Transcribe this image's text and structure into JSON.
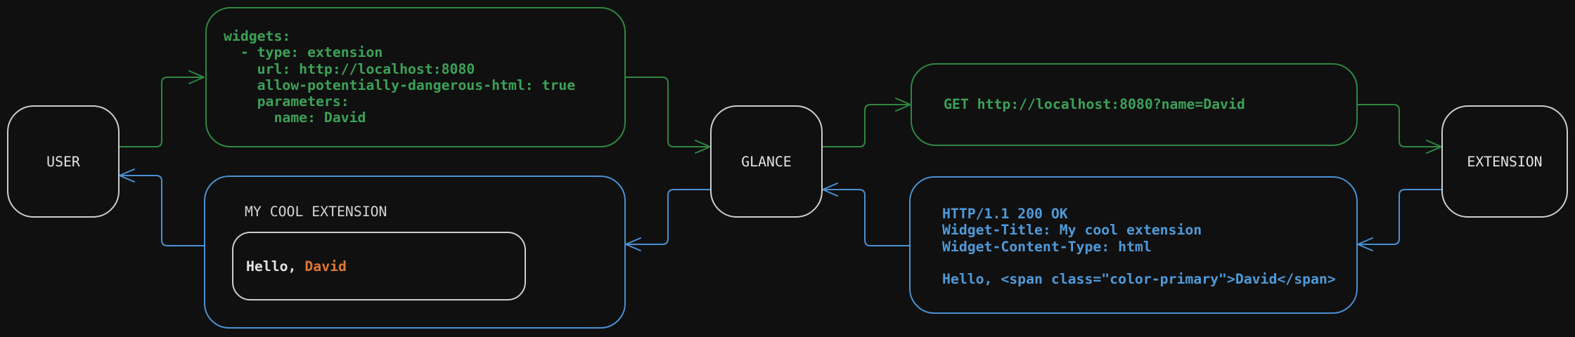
{
  "diagram": {
    "nodes": {
      "user": {
        "label": "USER"
      },
      "glance": {
        "label": "GLANCE"
      },
      "extension": {
        "label": "EXTENSION"
      }
    },
    "messages": {
      "config": {
        "code": "widgets:\n  - type: extension\n    url: http://localhost:8080\n    allow-potentially-dangerous-html: true\n    parameters:\n      name: David"
      },
      "request": {
        "code": "GET http://localhost:8080?name=David"
      },
      "response": {
        "code": "HTTP/1.1 200 OK\nWidget-Title: My cool extension\nWidget-Content-Type: html\n\nHello, <span class=\"color-primary\">David</span>"
      },
      "widget_preview": {
        "title": "MY COOL EXTENSION",
        "greeting_prefix": "Hello, ",
        "greeting_name": "David"
      }
    },
    "colors": {
      "background": "#101010",
      "green_text": "#3ca158",
      "green_line": "#2f8742",
      "blue_text": "#4f9ad9",
      "blue_line": "#4a90d2",
      "orange": "#e0762e",
      "node_border": "#cdcdcd",
      "node_text": "#e3e3e3",
      "muted_text": "#d4d4d4"
    }
  }
}
